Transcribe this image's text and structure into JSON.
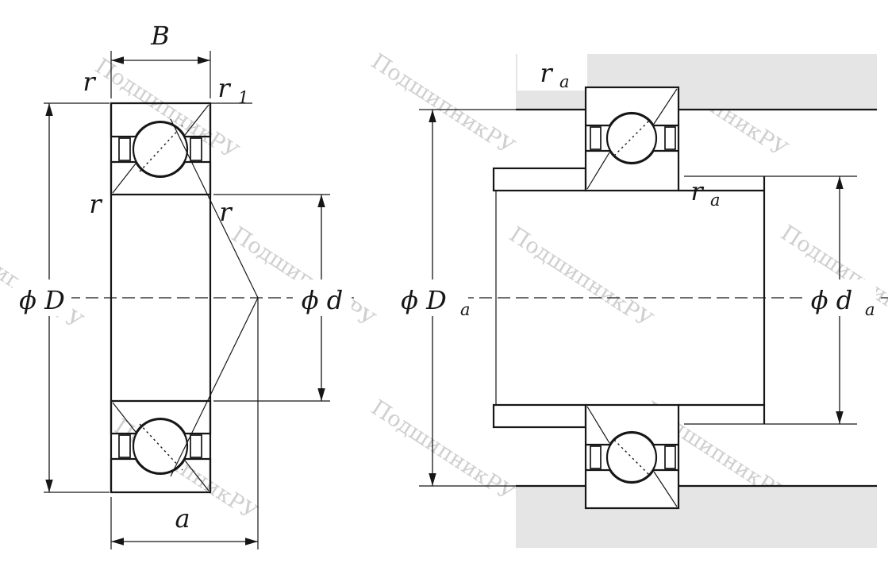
{
  "watermark": {
    "text": "ПодшипникРУ"
  },
  "colors": {
    "ring_fill": "#c9e8f6",
    "housing_fill": "#e5e5e5",
    "spacer_fill": "#9f9f9f",
    "watermark": "#cacaca"
  },
  "left_view": {
    "labels": {
      "B": "B",
      "r_top_left": "r",
      "r1_main": "r",
      "r1_sub": "1",
      "r_mid_left": "r",
      "r_mid_right": "r",
      "phi_D": "ϕ D",
      "phi_d": "ϕ d",
      "a": "a"
    }
  },
  "right_view": {
    "labels": {
      "ra_top_main": "r",
      "ra_top_sub": "a",
      "ra_mid_main": "r",
      "ra_mid_sub": "a",
      "phi_Da_main": "ϕ D",
      "phi_Da_sub": "a",
      "phi_da_main": "ϕ d",
      "phi_da_sub": "a"
    }
  }
}
